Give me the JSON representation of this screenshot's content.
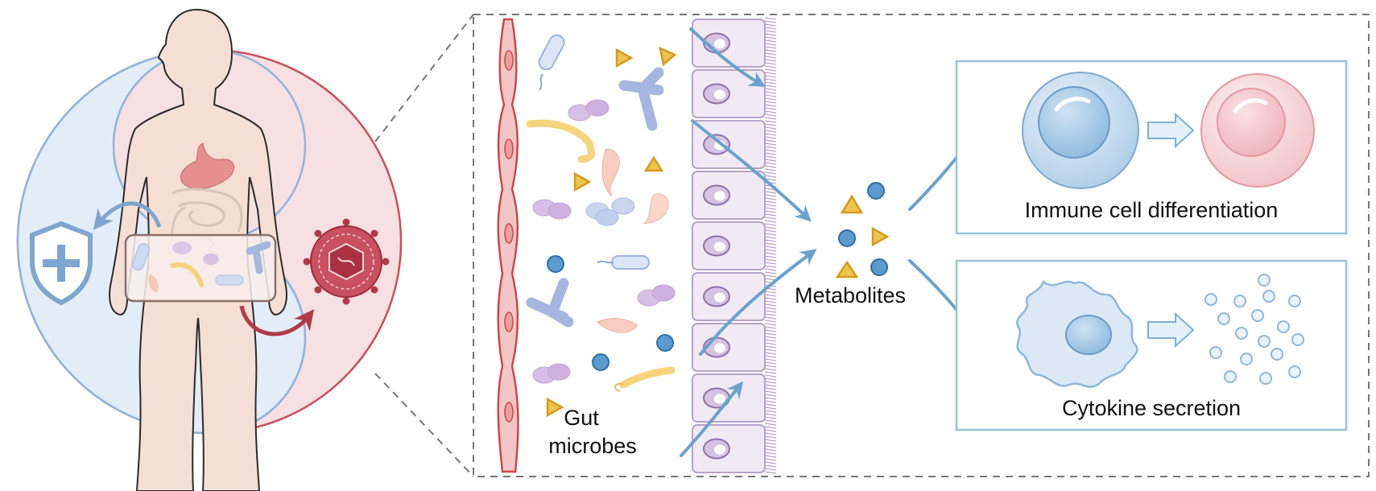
{
  "labels": {
    "gut_line1": "Gut",
    "gut_line2": "microbes",
    "metabolites": "Metabolites",
    "immune": "Immune cell differentiation",
    "cytokine": "Cytokine secretion"
  },
  "icons": [
    "shield-plus-icon",
    "virus-icon",
    "human-body-icon"
  ],
  "colors": {
    "protective_blue": "#8fb4dc",
    "pathogenic_red": "#c9505e",
    "metabolite_yellow": "#e2b33a",
    "metabolite_blue": "#5b9bcf",
    "arrow_blue": "#6aa2cd",
    "box_border": "#9cc1d6",
    "dashed_border": "#777777"
  }
}
